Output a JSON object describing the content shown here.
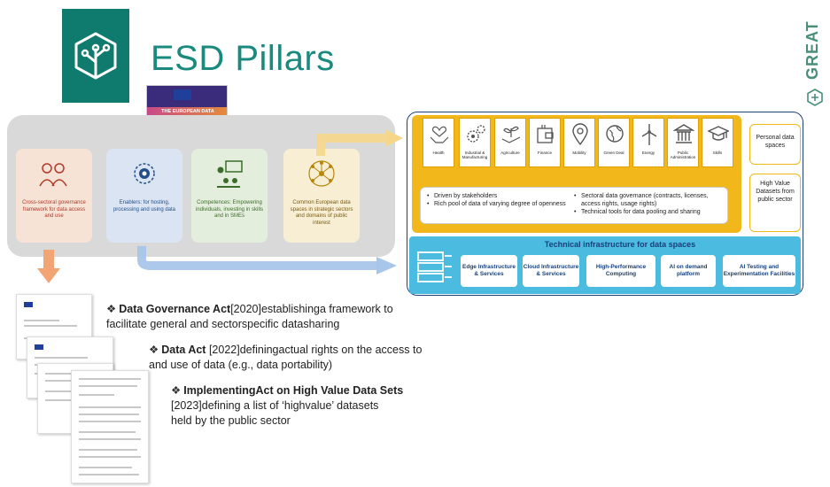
{
  "header": {
    "title": "ESD Pillars",
    "brand": "GREAT"
  },
  "badge": {
    "text": "THE EUROPEAN DATA STRATEGY"
  },
  "pillars": [
    {
      "label": "Cross-sectoral governance framework for data access and use",
      "icon": "people-icon"
    },
    {
      "label": "Enablers: for hosting, processing and using data",
      "icon": "gear-network-icon"
    },
    {
      "label": "Competences: Empowering individuals, investing in skills and in SMEs",
      "icon": "presentation-icon"
    },
    {
      "label": "Common European data spaces in strategic sectors and domains of public interest",
      "icon": "hub-icon"
    }
  ],
  "sectors": [
    {
      "label": "Health",
      "icon": "hands-heart-icon"
    },
    {
      "label": "Industrial & Manufacturing",
      "icon": "gears-icon"
    },
    {
      "label": "Agriculture",
      "icon": "plant-hand-icon"
    },
    {
      "label": "Finance",
      "icon": "wallet-icon"
    },
    {
      "label": "Mobility",
      "icon": "location-pin-icon"
    },
    {
      "label": "Green Deal",
      "icon": "globe-icon"
    },
    {
      "label": "Energy",
      "icon": "wind-turbine-icon"
    },
    {
      "label": "Public Administration",
      "icon": "government-building-icon"
    },
    {
      "label": "Skills",
      "icon": "graduation-cap-icon"
    }
  ],
  "bullets_left": [
    "Driven by stakeholders",
    "Rich pool of data of varying degree of openness"
  ],
  "bullets_right": [
    "Sectoral data governance (contracts, licenses, access rights, usage rights)",
    "Technical tools for data pooling and sharing"
  ],
  "side_boxes": [
    "Personal data spaces",
    "High Value Datasets from public sector"
  ],
  "tech": {
    "title": "Technical infrastructure for data spaces",
    "items": [
      "Edge Infrastructure & Services",
      "Cloud Infrastructure & Services",
      "High-Performance Computing",
      "AI on demand platform",
      "AI Testing and Experimentation Facilities"
    ]
  },
  "acts": [
    {
      "name": "Data Governance Act",
      "year": "[2020]",
      "desc1": "establishinga framework to",
      "desc2": "facilitate general and sectorspecific datasharing"
    },
    {
      "name": "Data Act",
      "year": "[2022]",
      "desc1": "definingactual rights on the access to",
      "desc2": "and use of data (e.g., data portability)"
    },
    {
      "name": "ImplementingAct on High Value Data Sets",
      "year": "[2023]",
      "desc1": "defining a list of ‘highvalue’ datasets",
      "desc2": "held by the public sector"
    }
  ],
  "colors": {
    "brand_teal": "#0f7a6e",
    "title_teal": "#1a8a7e",
    "yellow": "#f2b71b",
    "tech_blue": "#4bbbe0",
    "navy": "#17407a"
  }
}
